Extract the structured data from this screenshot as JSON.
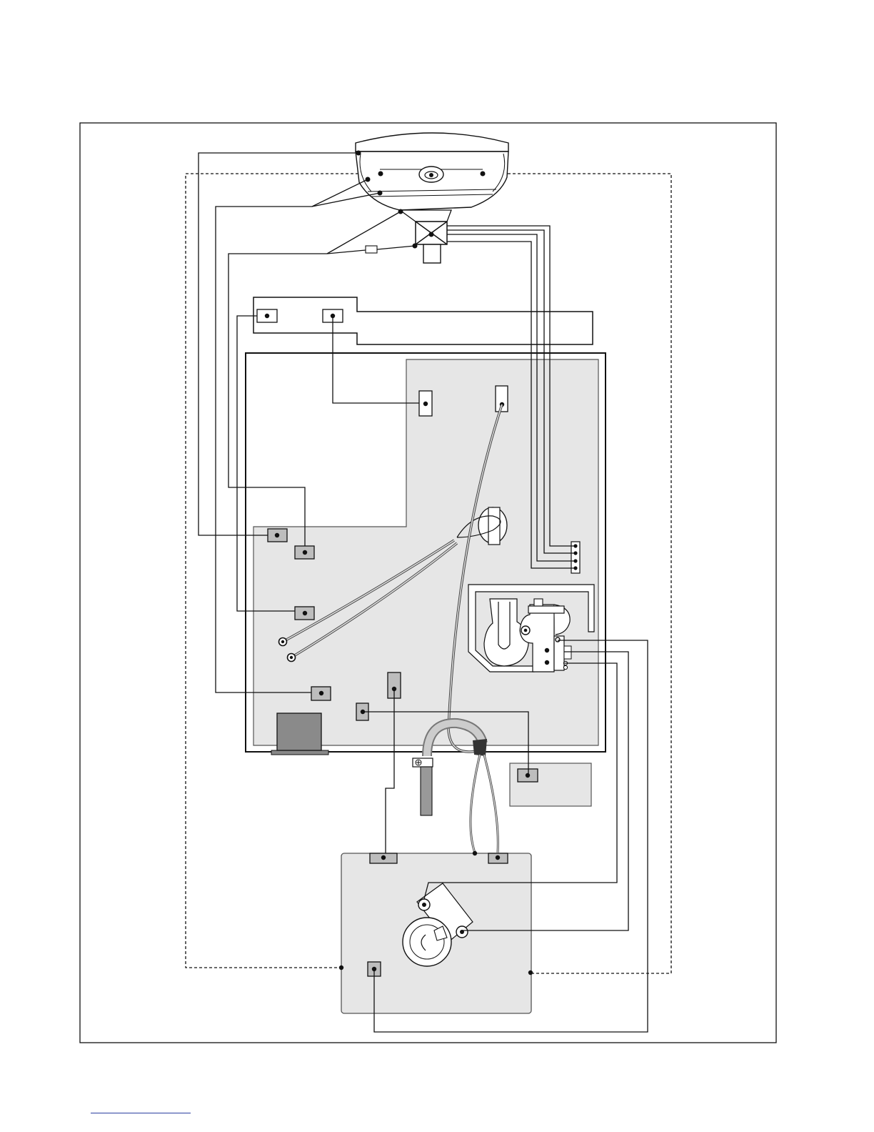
{
  "document": {
    "type": "wiring diagram",
    "text_labels": []
  },
  "colors": {
    "wire": "#111111",
    "panel_fill": "#e6e6e6",
    "connector_fill": "#bdbdbd",
    "footer_link": "#2b3fa0"
  },
  "components": [
    {
      "name": "dome-lamp-assembly",
      "icon": "lamp-dome-icon"
    },
    {
      "name": "junction-block",
      "icon": "junction-box-icon"
    },
    {
      "name": "connector-strip",
      "icon": "connector-strip-icon"
    },
    {
      "name": "main-board",
      "icon": "circuit-board-icon"
    },
    {
      "name": "relay-module",
      "icon": "relay-icon"
    },
    {
      "name": "terminal-block-4pin",
      "icon": "terminal-block-icon"
    },
    {
      "name": "transformer",
      "icon": "transformer-icon"
    },
    {
      "name": "coax-loop",
      "icon": "coax-cable-icon"
    },
    {
      "name": "aux-box",
      "icon": "aux-box-icon"
    },
    {
      "name": "lower-board",
      "icon": "circuit-board-icon"
    },
    {
      "name": "rotary-switch",
      "icon": "rotary-switch-icon"
    }
  ]
}
